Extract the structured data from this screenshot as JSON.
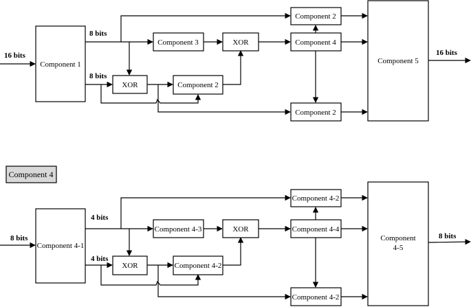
{
  "top_diagram": {
    "input_label": "16 bits",
    "output_label": "16 bits",
    "upper_bits_label": "8 bits",
    "lower_bits_label": "8 bits",
    "comp1": "Component 1",
    "comp3": "Component 3",
    "xor_top": "XOR",
    "xor_left": "XOR",
    "comp2_mid": "Component 2",
    "comp2_top": "Component 2",
    "comp4": "Component 4",
    "comp2_bottom": "Component 2",
    "comp5": "Component 5"
  },
  "section_title": "Component 4",
  "bottom_diagram": {
    "input_label": "8 bits",
    "output_label": "8 bits",
    "upper_bits_label": "4 bits",
    "lower_bits_label": "4 bits",
    "comp41": "Component 4-1",
    "comp43": "Component 4-3",
    "xor_top": "XOR",
    "xor_left": "XOR",
    "comp42_mid": "Component 4-2",
    "comp42_top": "Component 4-2",
    "comp44": "Component 4-4",
    "comp42_bottom": "Component 4-2",
    "comp45_line1": "Component",
    "comp45_line2": "4-5"
  }
}
